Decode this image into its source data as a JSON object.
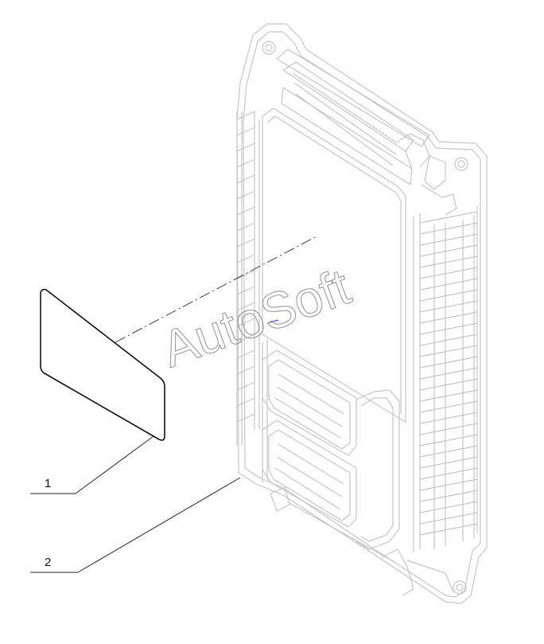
{
  "callouts": [
    {
      "number": "1",
      "part": "label"
    },
    {
      "number": "2",
      "part": "control-unit"
    }
  ],
  "watermark": {
    "text": "AutoSoft"
  }
}
